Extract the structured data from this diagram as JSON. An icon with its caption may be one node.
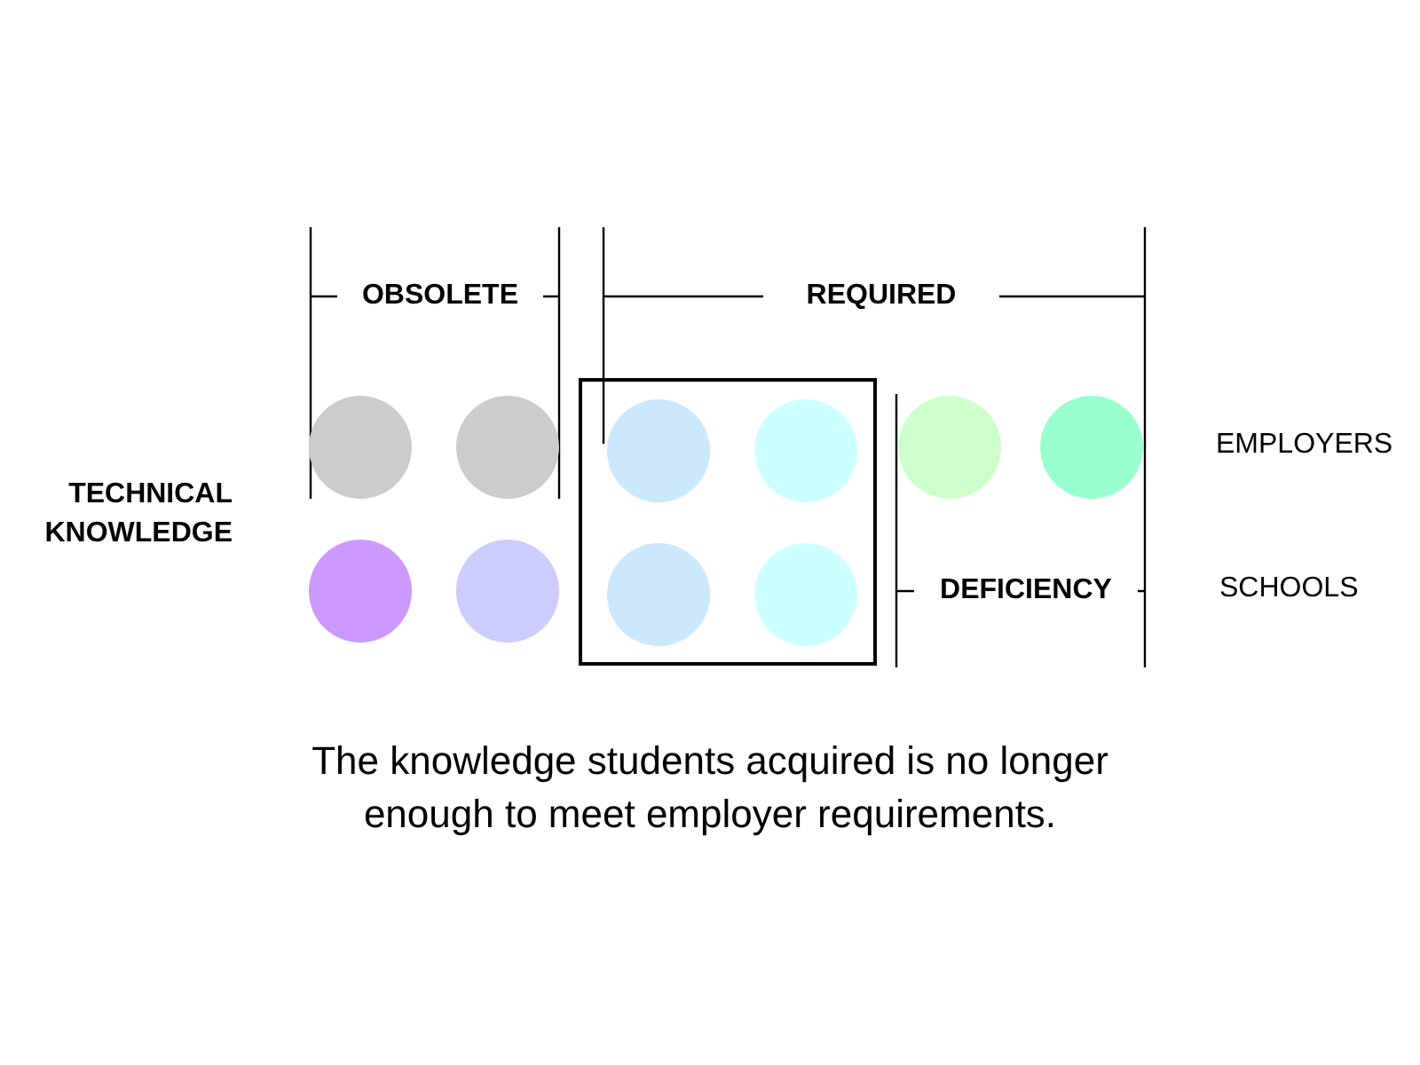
{
  "diagram": {
    "caption": "The knowledge students acquired is no longer enough to meet employer requirements.",
    "nodes": [
      {
        "text": [],
        "shape": "box"
      },
      {
        "text": [],
        "shape": "circle"
      },
      {
        "text": [],
        "shape": "circle"
      },
      {
        "text": [],
        "shape": "circle",
        "in": 0
      },
      {
        "text": [],
        "shape": "circle",
        "in": 0
      },
      {
        "text": [],
        "shape": "circle"
      },
      {
        "text": [],
        "shape": "circle"
      },
      {
        "text": [],
        "shape": "circle"
      },
      {
        "text": [],
        "shape": "circle"
      },
      {
        "text": [],
        "shape": "circle",
        "in": 0
      },
      {
        "text": [],
        "shape": "circle",
        "in": 0
      }
    ],
    "labels": [
      "OBSOLETE",
      "REQUIRED",
      "TECHNICAL KNOWLEDGE",
      "EMPLOYERS",
      "DEFICIENCY",
      "SCHOOLS"
    ]
  }
}
